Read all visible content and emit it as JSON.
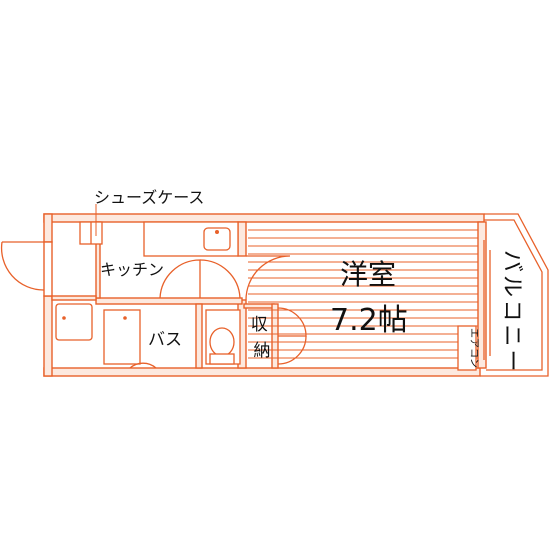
{
  "labels": {
    "shoe_case": "シューズケース",
    "kitchen": "キッチン",
    "bath": "バス",
    "storage": "収納",
    "room_name": "洋室",
    "room_size": "7.2帖",
    "aircon": "エアコン",
    "balcony": "バルコニー"
  },
  "colors": {
    "line": "#e8612a",
    "fill": "#fde9df",
    "text": "#111111"
  }
}
